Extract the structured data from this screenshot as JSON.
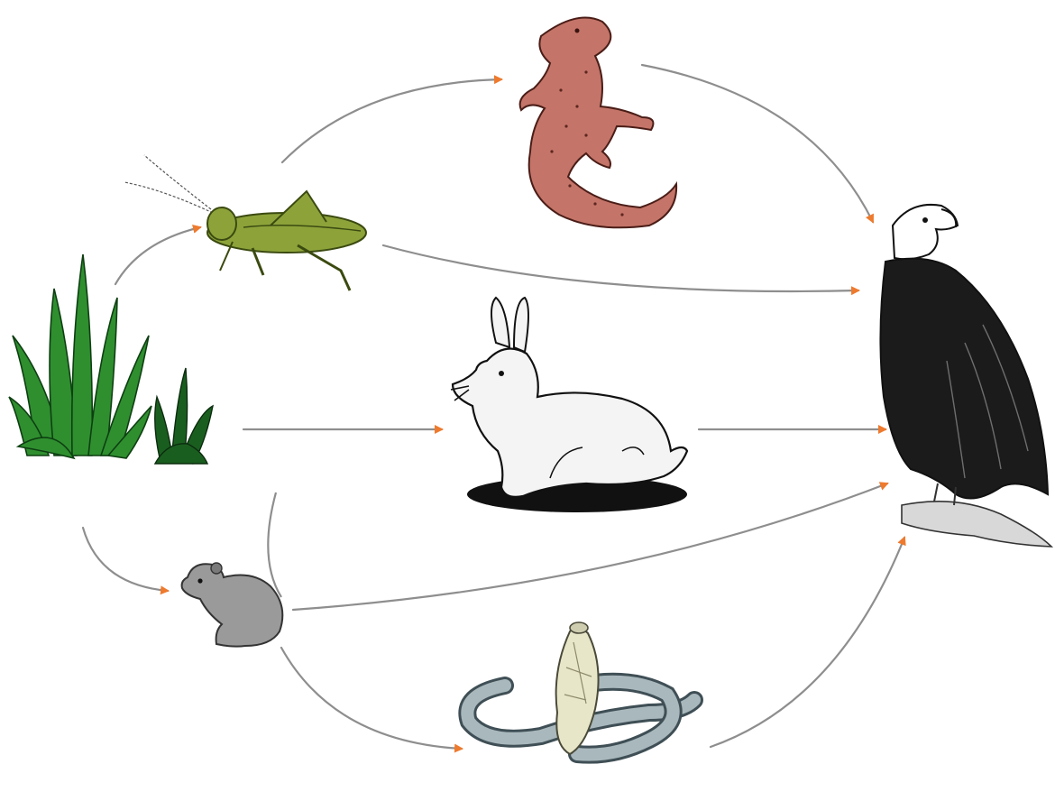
{
  "diagram": {
    "type": "food-web",
    "colors": {
      "edge": "#8e8e8e",
      "arrowhead": "#ee7a2e",
      "grass": "#2f8f2f",
      "grass_dark": "#1a5e1f",
      "grasshopper": "#8da33a",
      "lizard": "#c47468",
      "rabbit": "#f4f4f4",
      "mouse": "#9a9a9a",
      "snake": "#a9b8bc",
      "eagle": "#1b1b1b"
    },
    "nodes": [
      {
        "id": "grass",
        "icon": "grass-icon"
      },
      {
        "id": "grasshopper",
        "icon": "grasshopper-icon"
      },
      {
        "id": "lizard",
        "icon": "lizard-icon"
      },
      {
        "id": "rabbit",
        "icon": "rabbit-icon"
      },
      {
        "id": "mouse",
        "icon": "mouse-icon"
      },
      {
        "id": "snake",
        "icon": "cobra-snake-icon"
      },
      {
        "id": "eagle",
        "icon": "eagle-icon"
      }
    ],
    "edges": [
      {
        "from": "grass",
        "to": "grasshopper"
      },
      {
        "from": "grass",
        "to": "rabbit"
      },
      {
        "from": "grass",
        "to": "mouse"
      },
      {
        "from": "grasshopper",
        "to": "lizard"
      },
      {
        "from": "grasshopper",
        "to": "eagle"
      },
      {
        "from": "lizard",
        "to": "eagle"
      },
      {
        "from": "rabbit",
        "to": "eagle"
      },
      {
        "from": "mouse",
        "to": "eagle"
      },
      {
        "from": "mouse",
        "to": "snake"
      },
      {
        "from": "snake",
        "to": "eagle"
      }
    ]
  }
}
